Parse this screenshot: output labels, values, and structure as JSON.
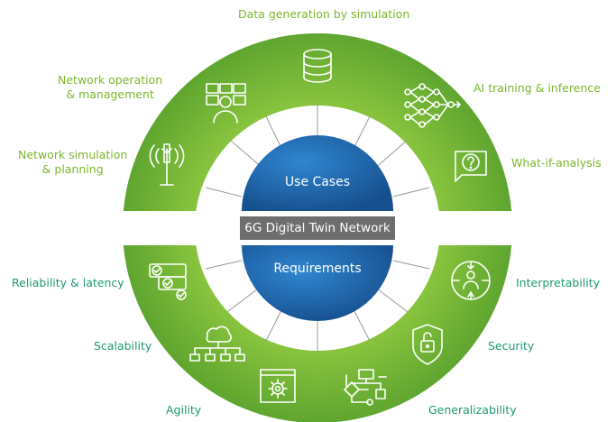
{
  "center": {
    "top_label": "Use Cases",
    "bottom_label": "Requirements",
    "banner": "6G Digital Twin Network"
  },
  "use_cases": [
    {
      "label": "Data generation by simulation",
      "icon": "database-icon"
    },
    {
      "label": "AI training & inference",
      "icon": "neural-network-icon"
    },
    {
      "label": "What-if-analysis",
      "icon": "question-chat-icon"
    },
    {
      "label": "Network operation\n& management",
      "icon": "operator-monitors-icon"
    },
    {
      "label": "Network simulation\n& planning",
      "icon": "cell-tower-icon"
    }
  ],
  "requirements": [
    {
      "label": "Reliability & latency",
      "icon": "checklist-icon"
    },
    {
      "label": "Scalability",
      "icon": "hierarchy-icon"
    },
    {
      "label": "Agility",
      "icon": "gear-window-icon"
    },
    {
      "label": "Generalizability",
      "icon": "flowchart-icon"
    },
    {
      "label": "Security",
      "icon": "shield-lock-icon"
    },
    {
      "label": "Interpretability",
      "icon": "person-target-icon"
    }
  ],
  "colors": {
    "ring_green": "#7cb62e",
    "ring_green_dark": "#4f9a2a",
    "center_blue": "#1f6fb5",
    "banner_gray": "#6e6e6e",
    "top_text": "#7cb62e",
    "bottom_text": "#1d9a6c"
  }
}
